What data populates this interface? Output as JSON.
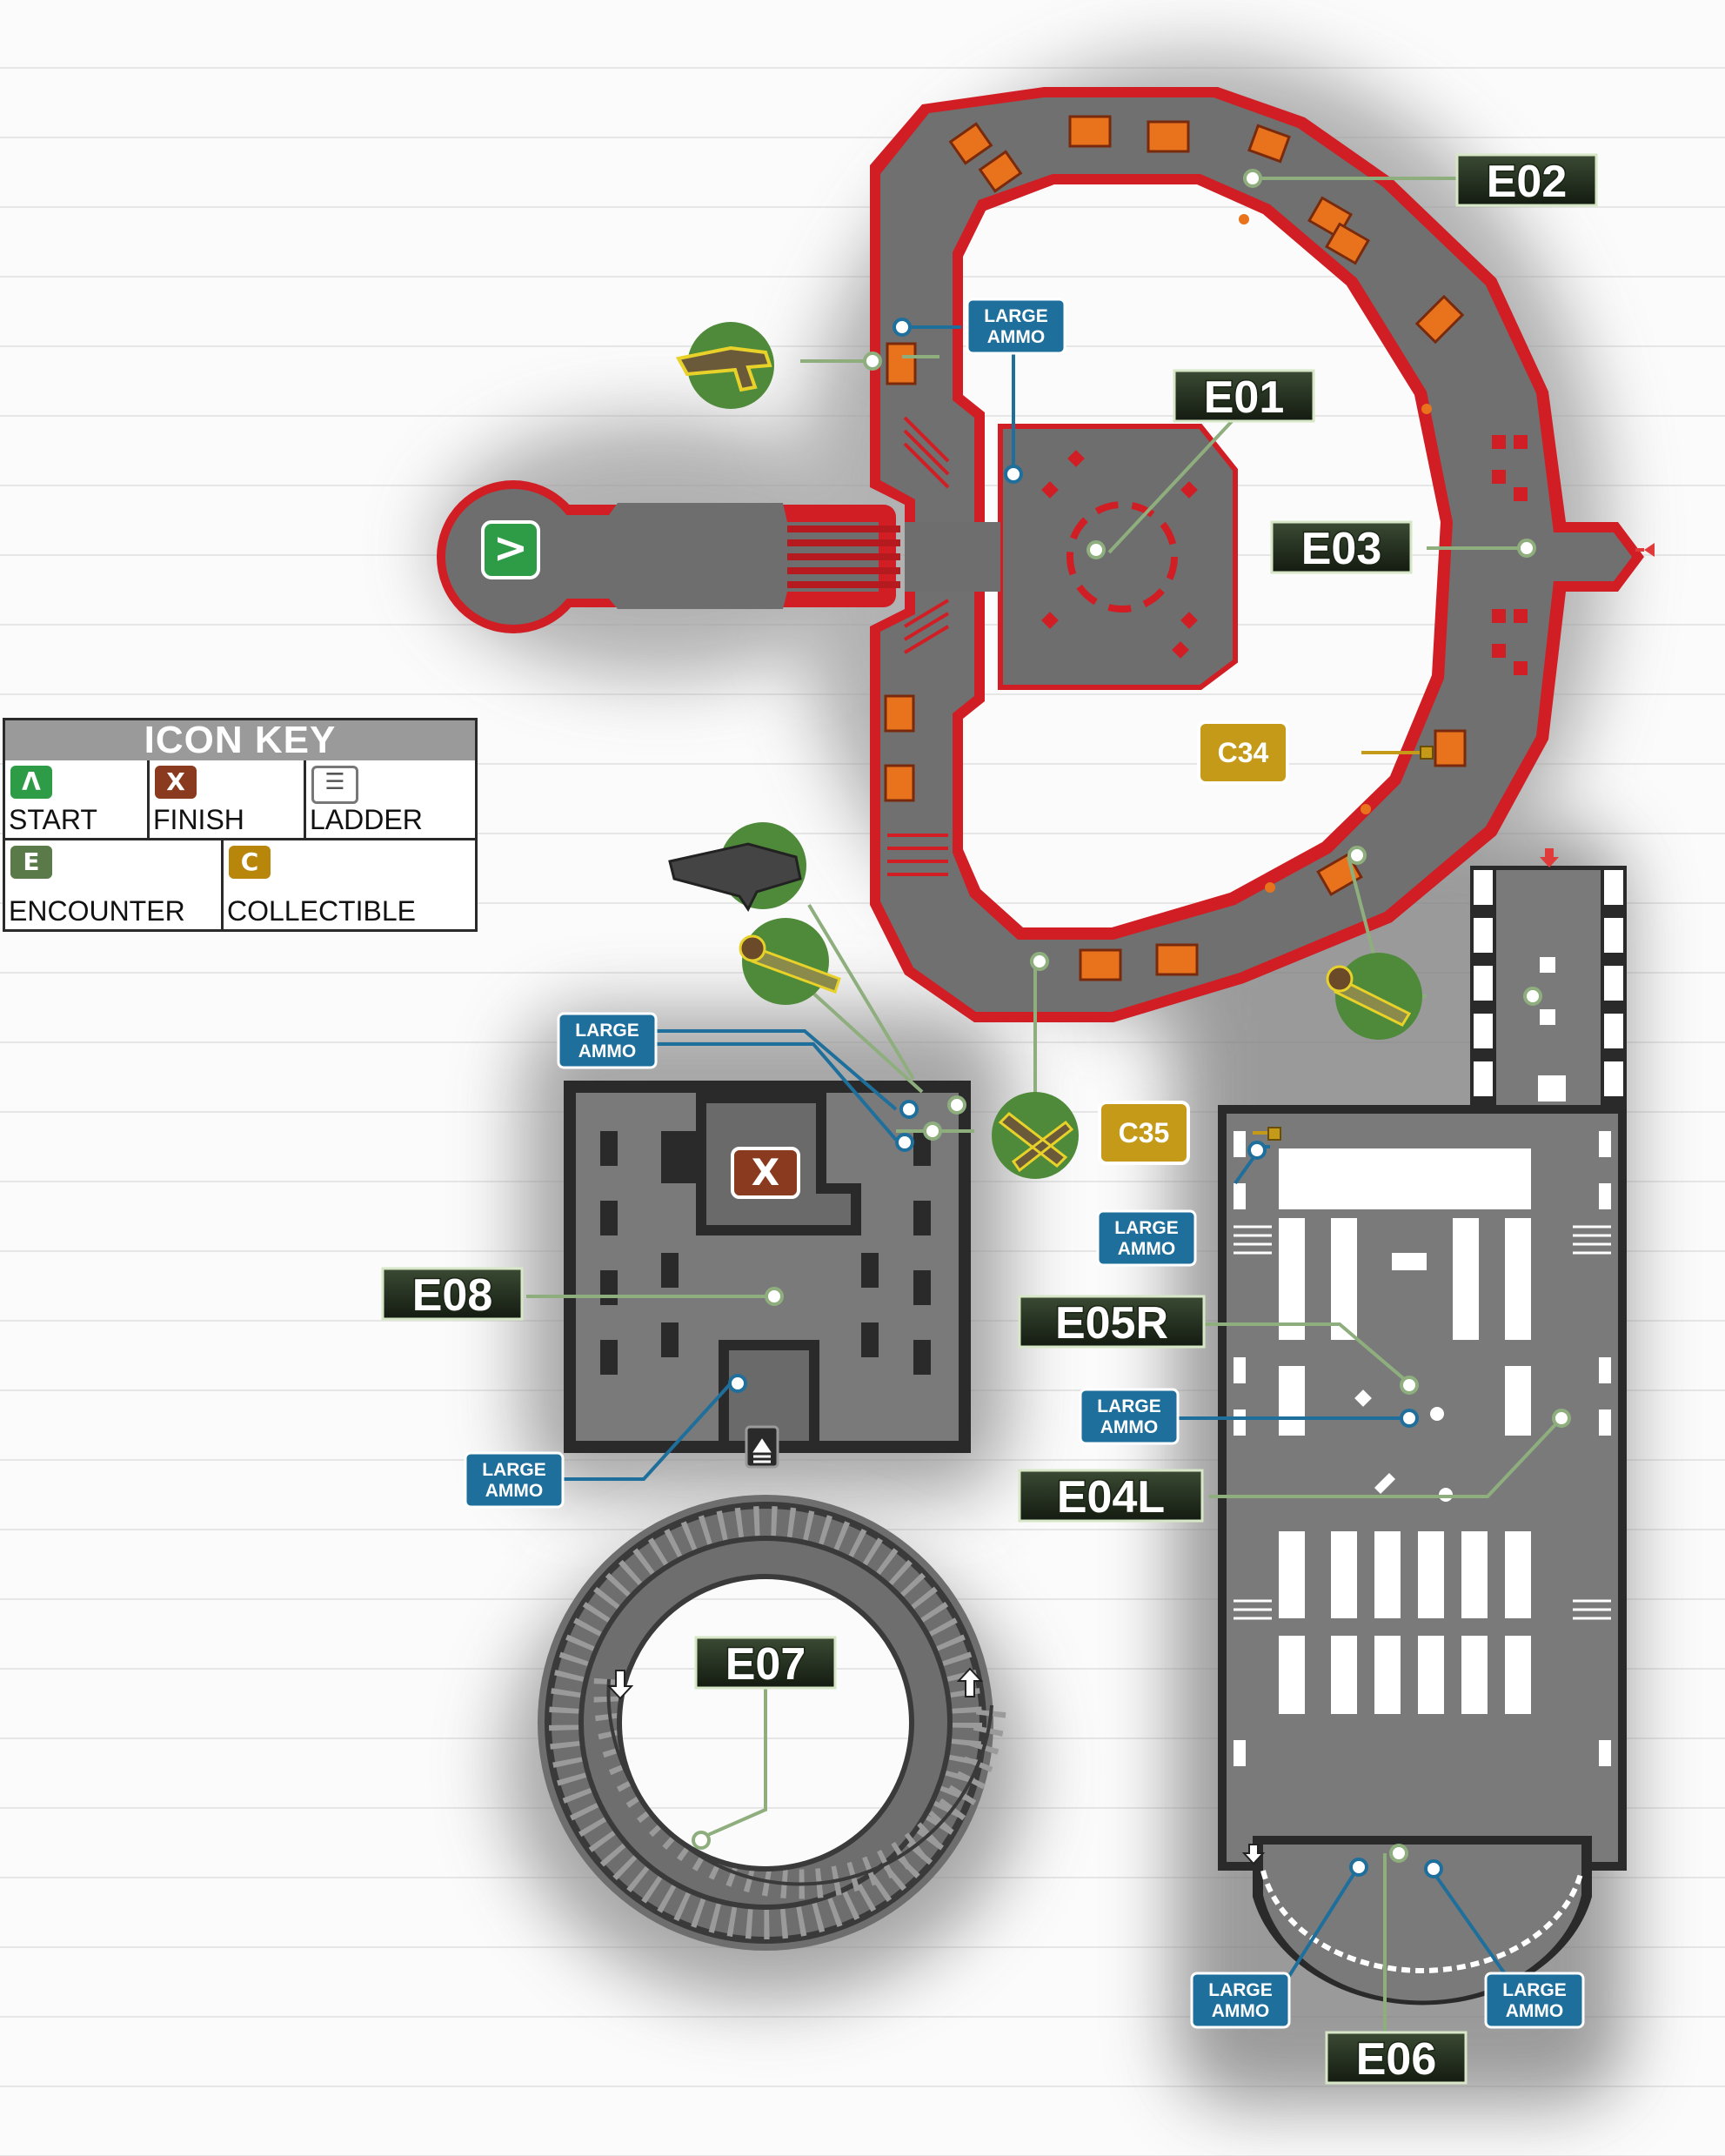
{
  "icon_key": {
    "title": "ICON KEY",
    "start": {
      "glyph": "Λ",
      "label": "START",
      "color": "#2e9b47"
    },
    "finish": {
      "glyph": "X",
      "label": "FINISH",
      "color": "#8a3a1e"
    },
    "ladder": {
      "glyph": "☰",
      "label": "LADDER",
      "color": "#ffffff"
    },
    "encounter": {
      "glyph": "E",
      "label": "ENCOUNTER",
      "color": "#5a7a4a"
    },
    "collectible": {
      "glyph": "C",
      "label": "COLLECTIBLE",
      "color": "#b8860b"
    }
  },
  "encounters": {
    "e01": "E01",
    "e02": "E02",
    "e03": "E03",
    "e04l": "E04L",
    "e05r": "E05R",
    "e06": "E06",
    "e07": "E07",
    "e08": "E08"
  },
  "collectibles": {
    "c34": "C34",
    "c35": "C35"
  },
  "ammo": {
    "line1": "LARGE",
    "line2": "AMMO"
  },
  "markers": {
    "start_glyph": ">",
    "finish_glyph": "X"
  },
  "colors": {
    "wall_red": "#d01e24",
    "floor": "#6e6e6e",
    "encounter_label_bg": "#1f2a1b",
    "encounter_green": "#8fae7e",
    "ammo_blue": "#1f6f9c",
    "collectible_gold": "#c49a18",
    "weapon_bubble": "#4f8a3a"
  }
}
